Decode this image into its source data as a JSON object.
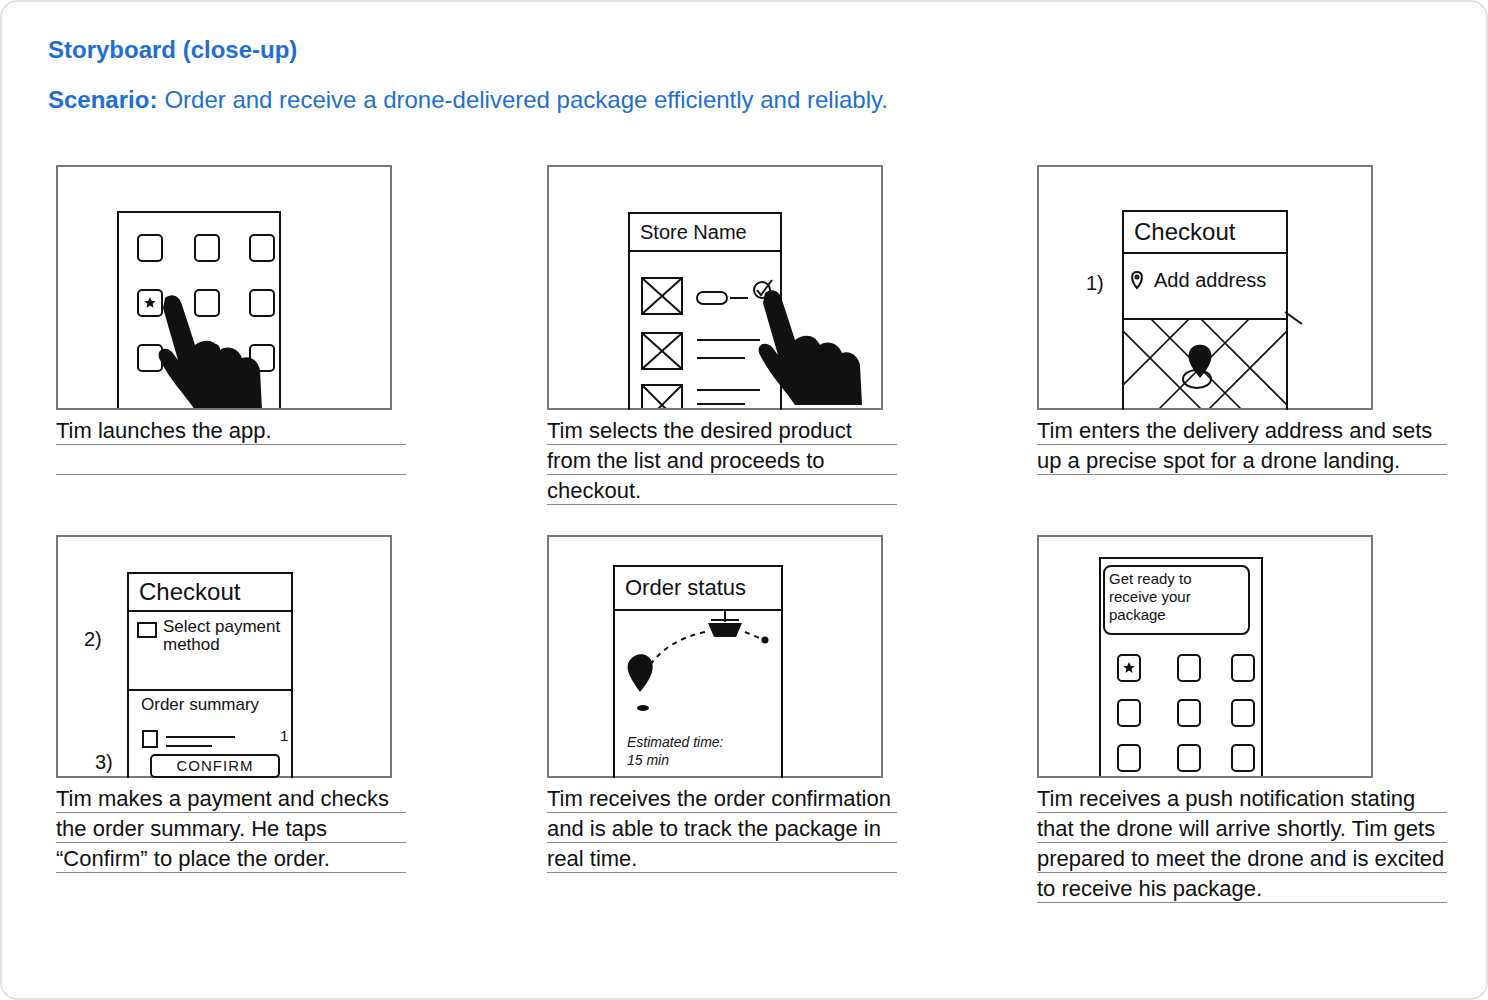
{
  "diagram": {
    "title": "Storyboard (close-up)",
    "nodes": [
      {
        "text": [
          "Tim launches the app."
        ]
      },
      {
        "text": [
          "Tim selects the desired product from the list and proceeds to checkout."
        ]
      },
      {
        "text": [
          "Store Name"
        ],
        "in": 1
      },
      {
        "text": [
          "Tim enters the delivery address and sets up a precise spot for a drone landing."
        ]
      },
      {
        "text": [
          "Checkout",
          "Add address"
        ],
        "in": 3
      },
      {
        "text": [
          "Tim makes a payment and checks the order summary. He taps “Confirm” to place the order."
        ]
      },
      {
        "text": [
          "Checkout",
          "Select payment method",
          "Order summary"
        ],
        "in": 5
      },
      {
        "text": [
          "CONFIRM"
        ],
        "in": 6
      },
      {
        "text": [
          "Tim receives the order confirmation and is able to track the package in real time."
        ]
      },
      {
        "text": [
          "Order status",
          "Estimated time: 15 min"
        ],
        "in": 8
      },
      {
        "text": [
          "Tim receives a push notification stating that the drone will arrive shortly. Tim gets prepared to meet the drone and is excited to receive his package."
        ]
      },
      {
        "text": [
          "Get ready to receive your package"
        ],
        "in": 10
      }
    ],
    "labels": [
      "Scenario:",
      "Order and receive a drone-delivered package efficiently and reliably.",
      "1)",
      "2)",
      "1",
      "3)"
    ]
  }
}
